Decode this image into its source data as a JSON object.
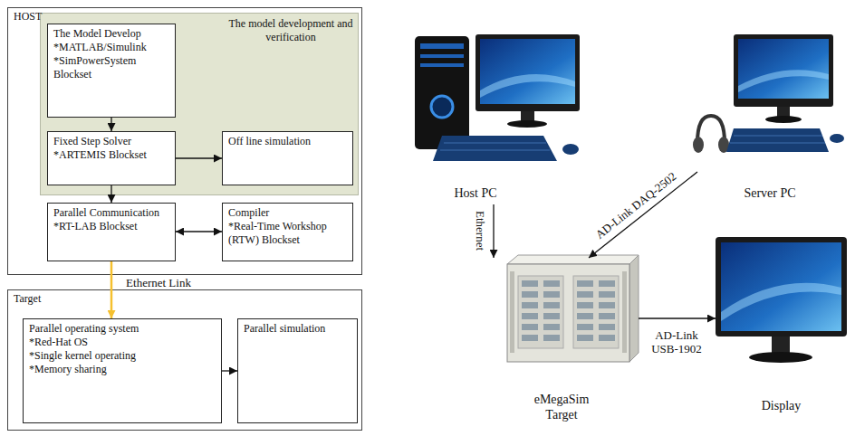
{
  "diagram": {
    "nodes": [
      {
        "text": [
          "HOST"
        ]
      },
      {
        "text": [
          "The model development and verification"
        ],
        "in": 0
      },
      {
        "text": [
          "The Model Develop",
          "*MATLAB/Simulink",
          "*SimPowerSystem Blockset"
        ],
        "in": 1
      },
      {
        "text": [
          "Fixed Step Solver",
          "*ARTEMIS Blockset"
        ],
        "in": 1
      },
      {
        "text": [
          "Off line simulation"
        ],
        "in": 1
      },
      {
        "text": [
          "Parallel Communication",
          "*RT-LAB Blockset"
        ],
        "in": 0
      },
      {
        "text": [
          "Compiler",
          "*Real-Time Workshop (RTW) Blockset"
        ],
        "in": 0
      },
      {
        "text": [
          "Target"
        ]
      },
      {
        "text": [
          "Parallel operating system",
          "*Red-Hat OS",
          "*Single kernel operating",
          "*Memory sharing"
        ],
        "in": 7
      },
      {
        "text": [
          "Parallel simulation"
        ],
        "in": 7
      },
      {
        "text": [
          "Host PC"
        ]
      },
      {
        "text": [
          "Server PC"
        ]
      },
      {
        "text": [
          "eMegaSim Target"
        ]
      },
      {
        "text": [
          "Display"
        ]
      }
    ],
    "edges": [
      {
        "from": 2,
        "to": 3,
        "arrow": "to"
      },
      {
        "from": 3,
        "to": 4,
        "arrow": "to"
      },
      {
        "from": 3,
        "to": 5,
        "arrow": "to"
      },
      {
        "from": 5,
        "to": 6,
        "arrow": "both"
      },
      {
        "from": 5,
        "to": 8,
        "label": "Ethernet Link",
        "arrow": "to"
      },
      {
        "from": 8,
        "to": 9,
        "arrow": "to"
      },
      {
        "from": 10,
        "to": 12,
        "label": "Ethernet",
        "arrow": "to"
      },
      {
        "from": 11,
        "to": 12,
        "label": "AD-Link DAQ-2502",
        "arrow": "to"
      },
      {
        "from": 12,
        "to": 13,
        "label": "AD-Link USB-1902",
        "arrow": "to"
      }
    ]
  }
}
